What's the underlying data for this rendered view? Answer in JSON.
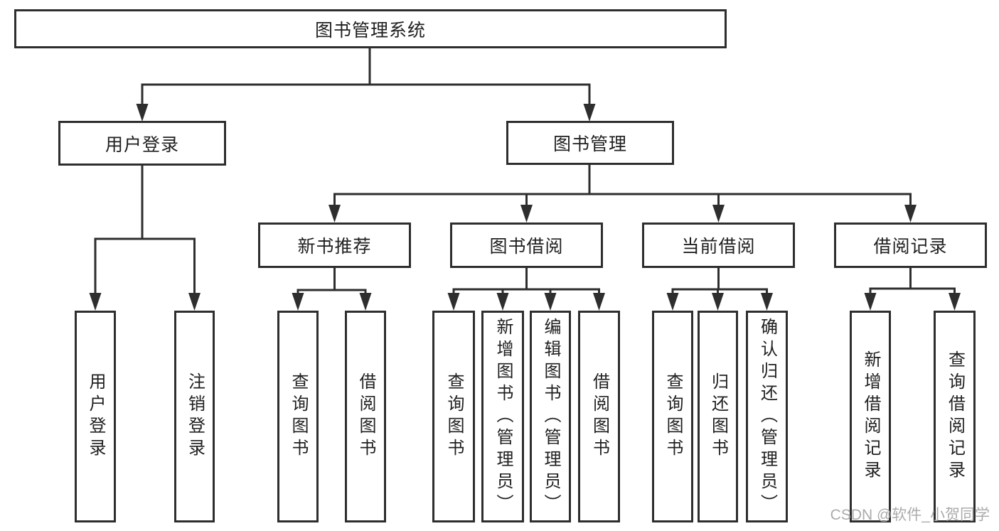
{
  "tree": {
    "label": "图书管理系统",
    "children": [
      {
        "label": "用户登录",
        "children": [
          {
            "label": "用户登录"
          },
          {
            "label": "注销登录"
          }
        ]
      },
      {
        "label": "图书管理",
        "children": [
          {
            "label": "新书推荐",
            "children": [
              {
                "label": "查询图书"
              },
              {
                "label": "借阅图书"
              }
            ]
          },
          {
            "label": "图书借阅",
            "children": [
              {
                "label": "查询图书"
              },
              {
                "label": "新增图书（管理员）"
              },
              {
                "label": "编辑图书（管理员）"
              },
              {
                "label": "借阅图书"
              }
            ]
          },
          {
            "label": "当前借阅",
            "children": [
              {
                "label": "查询图书"
              },
              {
                "label": "归还图书"
              },
              {
                "label": "确认归还（管理员）"
              }
            ]
          },
          {
            "label": "借阅记录",
            "children": [
              {
                "label": "新增借阅记录"
              },
              {
                "label": "查询借阅记录"
              }
            ]
          }
        ]
      }
    ]
  },
  "watermark": {
    "text": "CSDN @软件_小贺同学"
  },
  "colors": {
    "line": "#2e2e2e",
    "border": "#2e2e2e",
    "text": "#1f1f1f",
    "watermark": "#ababab",
    "background": "#ffffff"
  }
}
